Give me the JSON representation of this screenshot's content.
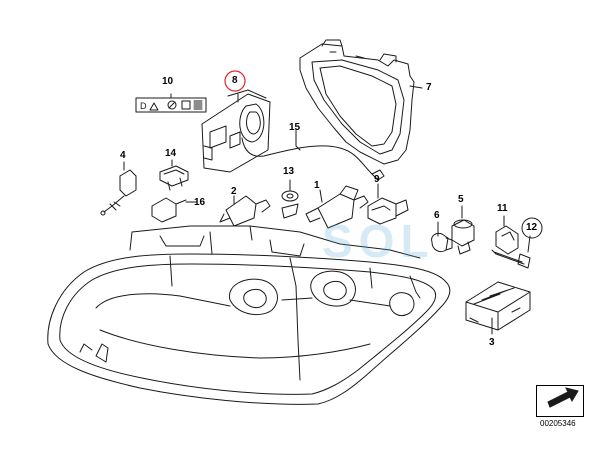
{
  "callouts": [
    {
      "id": "c1",
      "label": "1"
    },
    {
      "id": "c2",
      "label": "2"
    },
    {
      "id": "c3",
      "label": "3"
    },
    {
      "id": "c4",
      "label": "4"
    },
    {
      "id": "c5",
      "label": "5"
    },
    {
      "id": "c6",
      "label": "6"
    },
    {
      "id": "c7",
      "label": "7"
    },
    {
      "id": "c8",
      "label": "8"
    },
    {
      "id": "c9",
      "label": "9"
    },
    {
      "id": "c10",
      "label": "10"
    },
    {
      "id": "c11",
      "label": "11"
    },
    {
      "id": "c12",
      "label": "12"
    },
    {
      "id": "c13",
      "label": "13"
    },
    {
      "id": "c14",
      "label": "14"
    },
    {
      "id": "c15",
      "label": "15"
    },
    {
      "id": "c16",
      "label": "16"
    }
  ],
  "watermark": "SOL",
  "reference_number": "00205346",
  "colors": {
    "line": "#1a1a1a",
    "highlight": "#e0252b",
    "watermark": "#5aaadc"
  }
}
